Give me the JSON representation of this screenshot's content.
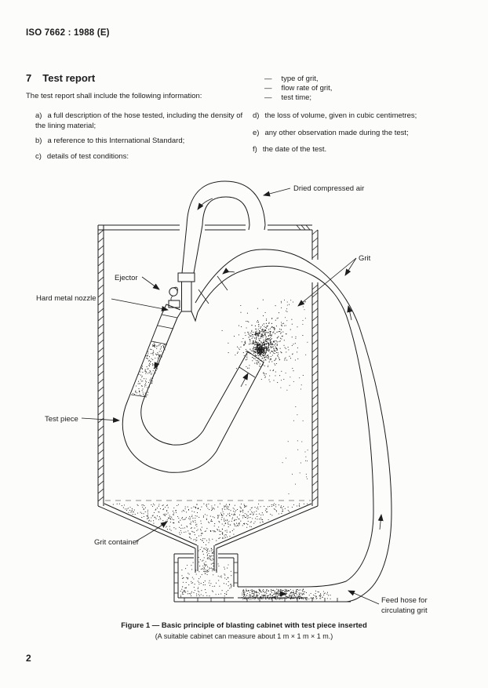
{
  "page": {
    "header": "ISO 7662 : 1988 (E)",
    "page_number": "2"
  },
  "section": {
    "number": "7",
    "title": "Test report",
    "intro": "The test report shall include the following information:"
  },
  "report_items": {
    "left": [
      {
        "marker": "a)",
        "text": "a full description of the hose tested, including the density of the lining material;"
      },
      {
        "marker": "b)",
        "text": "a reference to this International Standard;"
      },
      {
        "marker": "c)",
        "text": "details of test conditions:"
      }
    ],
    "conditions": [
      {
        "marker": "—",
        "text": "type of grit,"
      },
      {
        "marker": "—",
        "text": "flow rate of grit,"
      },
      {
        "marker": "—",
        "text": "test time;"
      }
    ],
    "right": [
      {
        "marker": "d)",
        "text": "the loss of volume, given in cubic centimetres;"
      },
      {
        "marker": "e)",
        "text": "any other observation made during the test;"
      },
      {
        "marker": "f)",
        "text": "the date of the test."
      }
    ]
  },
  "figure": {
    "labels": {
      "dried_air": "Dried compressed air",
      "ejector": "Ejector",
      "nozzle": "Hard metal nozzle",
      "grit": "Grit",
      "test_piece": "Test piece",
      "grit_container": "Grit container",
      "feed_hose_line1": "Feed hose for",
      "feed_hose_line2": "circulating grit"
    },
    "caption_line1": "Figure 1 — Basic principle of blasting cabinet with test piece inserted",
    "caption_line2": "(A suitable cabinet can measure about 1 m × 1 m × 1 m.)"
  },
  "colors": {
    "ink": "#1c1c1c",
    "paper": "#fcfcfb"
  }
}
